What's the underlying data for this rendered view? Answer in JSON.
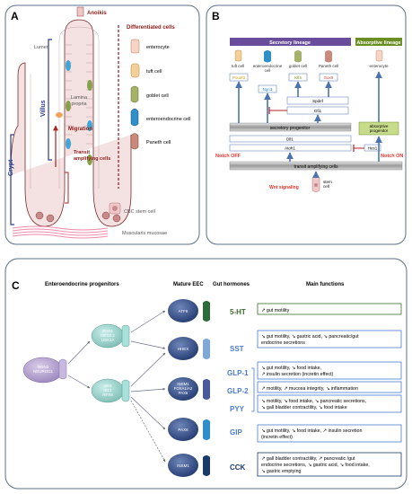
{
  "panelA": {
    "letter": "A",
    "anoikis": "Anoikis",
    "lumen": "Lumen",
    "villus": "Villus",
    "lamina_propria": [
      "Lamina",
      "propria"
    ],
    "migration": "Migration",
    "transit": [
      "Transit",
      "amplifying cells"
    ],
    "crypt": "Crypt",
    "cbc": "CBC stem cell",
    "muscularis": "Muscularis mucosae",
    "diff_title": "Differentiated cells",
    "cells": [
      "enterocyte",
      "tuft cell",
      "goblet cell",
      "enteroendocrine cell",
      "Paneth cell"
    ]
  },
  "panelB": {
    "letter": "B",
    "secretory": "Secretory lineage",
    "absorptive": "Absorptive lineage",
    "cell_names": [
      "tuft cell",
      "enteroendocrine cell",
      "goblet cell",
      "Paneth cell",
      "enterocyte"
    ],
    "genes": [
      "Pou2f3",
      "Ngn3",
      "Klf4",
      "Sox9"
    ],
    "spdef": "Spdef",
    "gfi1": "Gfi1",
    "sec_progenitor": "secretory progenitor",
    "abs_progenitor": [
      "absorptive",
      "progenitor"
    ],
    "dll1": "Dll1",
    "atoh1": "Atoh1",
    "hes1": "Hes1",
    "notch_off": "Notch OFF",
    "notch_on": "Notch ON",
    "transit": "transit amplifying cells",
    "wnt": "Wnt signaling",
    "stem": [
      "stem",
      "cell"
    ]
  },
  "panelC": {
    "letter": "C",
    "h_progenitors": "Enteroendocrine progenitors",
    "h_mature": "Mature EEC",
    "h_hormones": "Gut hormones",
    "h_functions": "Main functions",
    "neurog3": [
      "NGN3",
      "NEUROD1"
    ],
    "pax4": [
      "PAX4",
      "NKX2.2",
      "LMX1A"
    ],
    "arx": [
      "ARX",
      "ISL1",
      "RFX6"
    ],
    "atf6": "ATF6",
    "hhex": "HHEX",
    "insm1a": [
      "INSM1",
      "FOXA1/A2",
      "PAX6"
    ],
    "pax6": "PAX6",
    "insm1b": "INSM1",
    "hormones": [
      "5-HT",
      "SST",
      "GLP-1",
      "GLP-2",
      "PYY",
      "GIP",
      "CCK"
    ],
    "functions": [
      [
        "↗ gut motility"
      ],
      [
        "↘ gut motility, ↘ gastric acid, ↘ pancreatic/gut",
        "endocrine secretions"
      ],
      [
        "↘ gut motility, ↘ food intake,",
        "↗ insulin secretion (incretin effect)"
      ],
      [
        "↗ motility, ↗ mucosa integrity, ↘ inflammation"
      ],
      [
        "↘ motility, ↘ food intake, ↘ pancreatic secretions,",
        "↘ gall bladder contractility, ↘ food intake"
      ],
      [
        "↘ gut motility, ↘ food intake, ↗ insulin secretion",
        "(incretin effect)"
      ],
      [
        "↗ gall bladder contractility, ↗ pancreatic /gut",
        "endocrine secretions, ↘ gastric acid, ↘ food intake,",
        "↘ gastric emptying"
      ]
    ]
  },
  "colors": {
    "dark_red": "#8b1a1a",
    "navy": "#2b3a8a",
    "purple_header": "#6a4c9c",
    "green_header": "#6b8e23",
    "notch_red": "#e0352b",
    "hormone_blue": "#4a7bd0",
    "hormone_green": "#3d6b2f"
  }
}
